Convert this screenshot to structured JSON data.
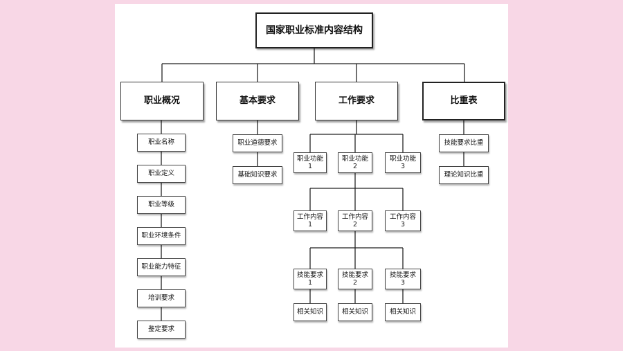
{
  "diagram": {
    "root": "国家职业标准内容结构",
    "categories": [
      "职业概况",
      "基本要求",
      "工作要求",
      "比重表"
    ],
    "overview_items": [
      "职业名称",
      "职业定义",
      "职业等级",
      "职业环境条件",
      "职业能力特征",
      "培训要求",
      "鉴定要求"
    ],
    "basic_items": [
      "职业道德要求",
      "基础知识要求"
    ],
    "work": {
      "functions": [
        "职业功能\n1",
        "职业功能\n2",
        "职业功能\n3"
      ],
      "contents": [
        "工作内容\n1",
        "工作内容\n2",
        "工作内容\n3"
      ],
      "skills": [
        "技能要求\n1",
        "技能要求\n2",
        "技能要求\n3"
      ],
      "knowledge": [
        "相关知识",
        "相关知识",
        "相关知识"
      ]
    },
    "weight_items": [
      "技能要求比重",
      "理论知识比重"
    ]
  }
}
